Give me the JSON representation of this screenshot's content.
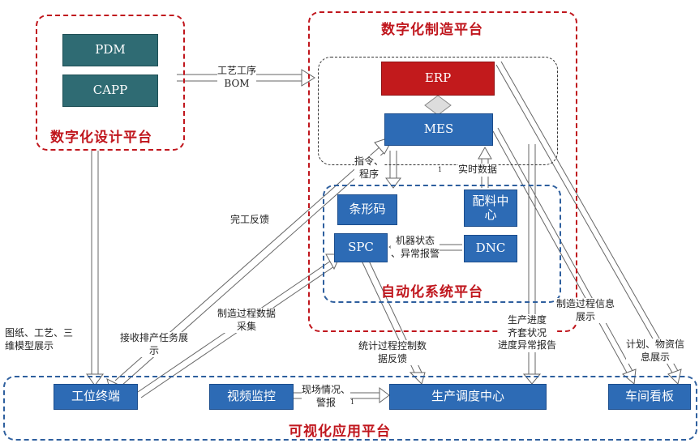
{
  "platforms": {
    "design": "数字化设计平台",
    "manufacturing": "数字化制造平台",
    "automation": "自动化系统平台",
    "visualization": "可视化应用平台"
  },
  "nodes": {
    "pdm": "PDM",
    "capp": "CAPP",
    "erp": "ERP",
    "mes": "MES",
    "barcode": "条形码",
    "dispatch_center": "配料中心",
    "spc": "SPC",
    "dnc": "DNC",
    "workstation": "工位终端",
    "video_monitor": "视频监控",
    "production_center": "生产调度中心",
    "workshop_board": "车间看板"
  },
  "edge_labels": {
    "process_bom": "工艺工序\nBOM",
    "instruction_program": "指令、\n程序",
    "realtime_data": "实时数据",
    "completion_feedback": "完工反馈",
    "machine_status": "机器状态\n、异常报警",
    "process_data_collect": "制造过程数据\n采集",
    "drawings": "图纸、工艺、三\n维模型展示",
    "receive_tasks": "接收排产任务展\n示",
    "spc_feedback": "统计过程控制数\n据反馈",
    "onsite_alarm": "现场情况、\n警报",
    "production_progress": "生产进度\n齐套状况\n进度异常报告",
    "process_info": "制造过程信息\n展示",
    "plan_material": "计划、物资信\n息展示",
    "mark_1a": "1",
    "mark_1b": "1"
  },
  "colors": {
    "red": "#c0161d",
    "blue": "#2d6bb5",
    "teal": "#2f6b73",
    "dashed_blue": "#2e5f9e"
  }
}
